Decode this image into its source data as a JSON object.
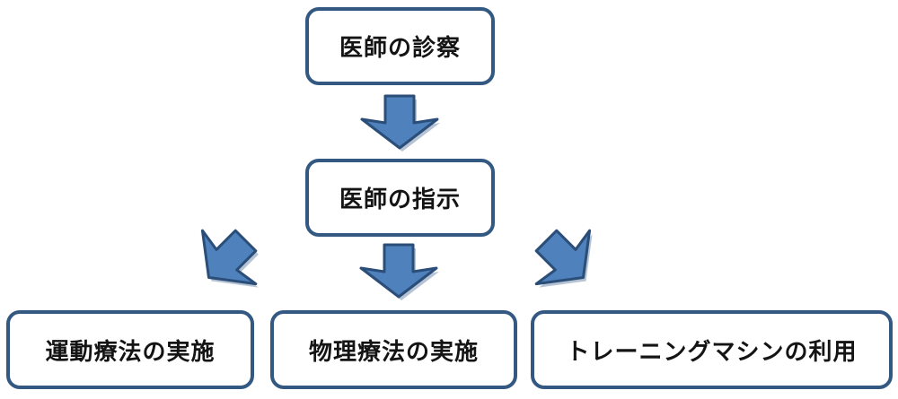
{
  "diagram": {
    "type": "flowchart",
    "nodes": [
      {
        "id": "doctor-exam",
        "label": "医師の診察"
      },
      {
        "id": "doctor-instruction",
        "label": "医師の指示"
      },
      {
        "id": "exercise-therapy",
        "label": "運動療法の実施"
      },
      {
        "id": "physical-therapy",
        "label": "物理療法の実施"
      },
      {
        "id": "training-machine",
        "label": "トレーニングマシンの利用"
      }
    ],
    "edges": [
      {
        "from": "doctor-exam",
        "to": "doctor-instruction",
        "style": "block-arrow-down"
      },
      {
        "from": "doctor-instruction",
        "to": "exercise-therapy",
        "style": "block-arrow-diagonal-left"
      },
      {
        "from": "doctor-instruction",
        "to": "physical-therapy",
        "style": "block-arrow-down"
      },
      {
        "from": "doctor-instruction",
        "to": "training-machine",
        "style": "block-arrow-diagonal-right"
      }
    ],
    "colors": {
      "background": "#FFFFFF",
      "box_fill": "#FFFFFF",
      "box_border": "#335982",
      "text": "#141414",
      "arrow_fill": "#4F81BD",
      "arrow_stroke": "#2A4E78",
      "arrow_shadow": "#A9B8CC"
    }
  }
}
